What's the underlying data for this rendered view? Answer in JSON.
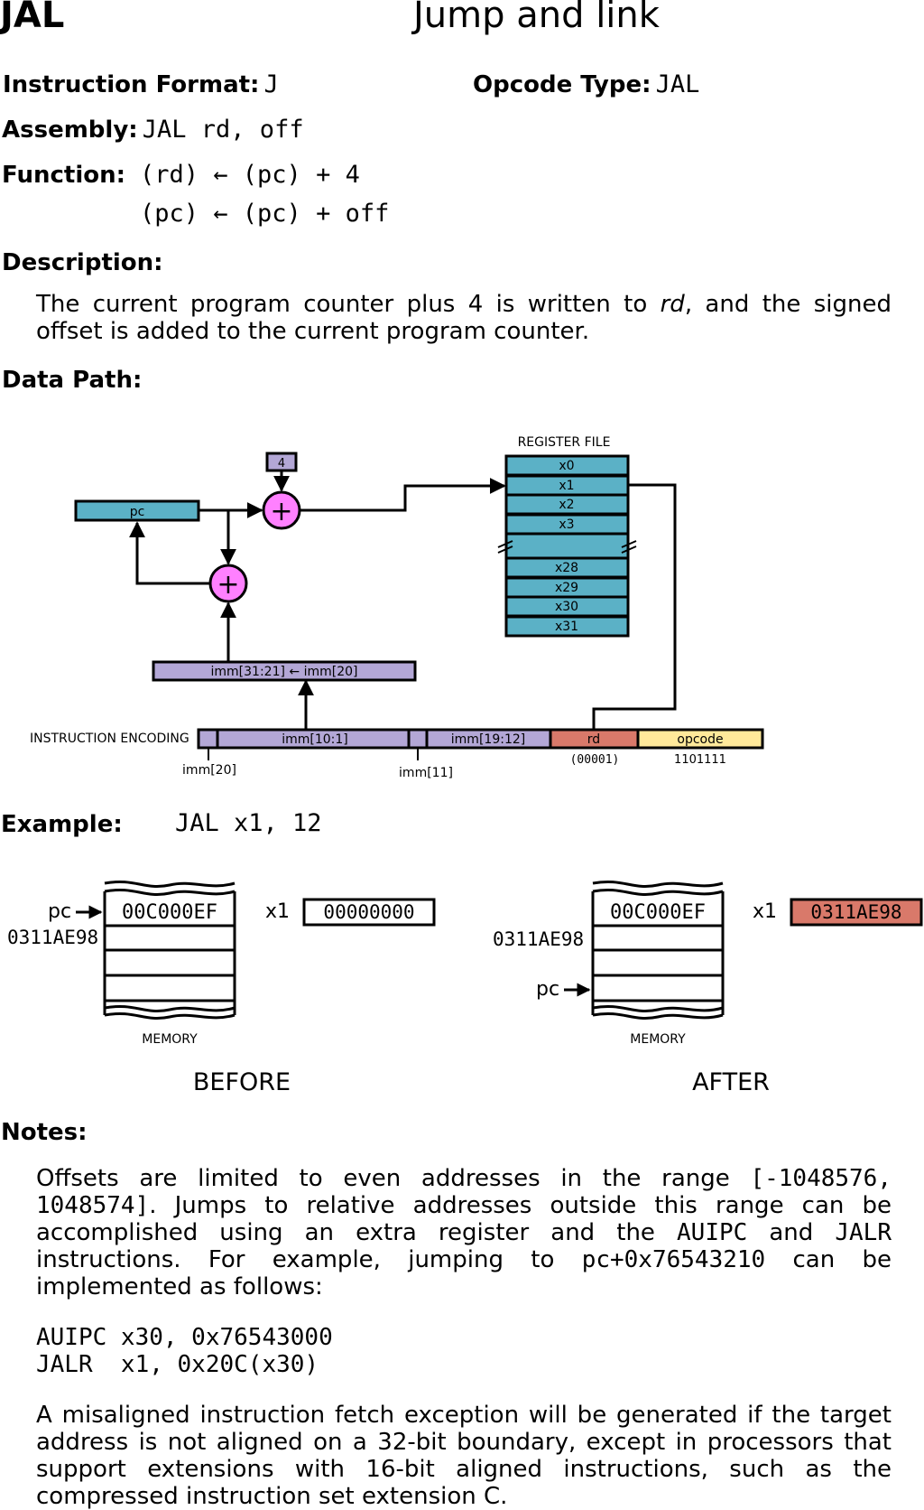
{
  "header": {
    "mnemonic": "JAL",
    "title": "Jump and link"
  },
  "format": {
    "label": "Instruction Format:",
    "value": "J"
  },
  "opcode_type": {
    "label": "Opcode Type:",
    "value": "JAL"
  },
  "assembly": {
    "label": "Assembly:",
    "value": "JAL rd, off"
  },
  "function": {
    "label": "Function:",
    "line1": "(rd) ← (pc) + 4",
    "line2": "(pc) ← (pc) + off"
  },
  "description": {
    "label": "Description:",
    "pre": "The current program counter plus 4 is written to ",
    "rd": "rd",
    "post": ", and the signed offset is added to the current program counter."
  },
  "datapath": {
    "label": "Data Path:",
    "register_file_title": "REGISTER FILE",
    "registers": [
      "x0",
      "x1",
      "x2",
      "x3",
      "",
      "x28",
      "x29",
      "x30",
      "x31"
    ],
    "pc": "pc",
    "const4": "4",
    "plus": "+",
    "imm_ext": "imm[31:21] ← imm[20]",
    "encoding_title": "INSTRUCTION ENCODING",
    "fields": {
      "imm_10_1": "imm[10:1]",
      "imm_19_12": "imm[19:12]",
      "rd": "rd",
      "opcode": "opcode"
    },
    "below": {
      "imm20": "imm[20]",
      "imm11": "imm[11]",
      "rd_bits": "(00001)",
      "opcode_bits": "1101111"
    }
  },
  "example": {
    "label": "Example:",
    "code": "JAL x1, 12",
    "before": {
      "caption": "BEFORE",
      "pc": "pc",
      "addr": "0311AE98",
      "mem_top": "00C000EF",
      "reg": "x1",
      "reg_val": "00000000",
      "memory": "MEMORY"
    },
    "after": {
      "caption": "AFTER",
      "pc": "pc",
      "addr": "0311AE98",
      "mem_top": "00C000EF",
      "reg": "x1",
      "reg_val": "0311AE98",
      "memory": "MEMORY"
    }
  },
  "notes": {
    "label": "Notes:",
    "p1_pre": "Offsets are limited to even addresses in the range ",
    "p1_range": "[-1048576, 1048574]",
    "p1_mid": ". Jumps to relative addresses outside this range can be accomplished using an extra register and the ",
    "p1_auipc": "AUIPC",
    "p1_and": " and ",
    "p1_jalr": "JALR",
    "p1_mid2": " instructions. For example, jumping to ",
    "p1_addr": "pc+0x76543210",
    "p1_post": " can be implemented as follows:",
    "code1": "AUIPC x30, 0x76543000",
    "code2": "JALR  x1, 0x20C(x30)",
    "p2": "A misaligned instruction fetch exception will be generated if the target address is not aligned on a 32-bit boundary, except in processors that support extensions with 16-bit aligned instructions, such as the compressed instruction set extension C."
  },
  "colors": {
    "teal": "#5BB1C6",
    "purple": "#B3A7D6",
    "pink": "#FF80FF",
    "red": "#D9796A",
    "yellow": "#FFE99A"
  }
}
